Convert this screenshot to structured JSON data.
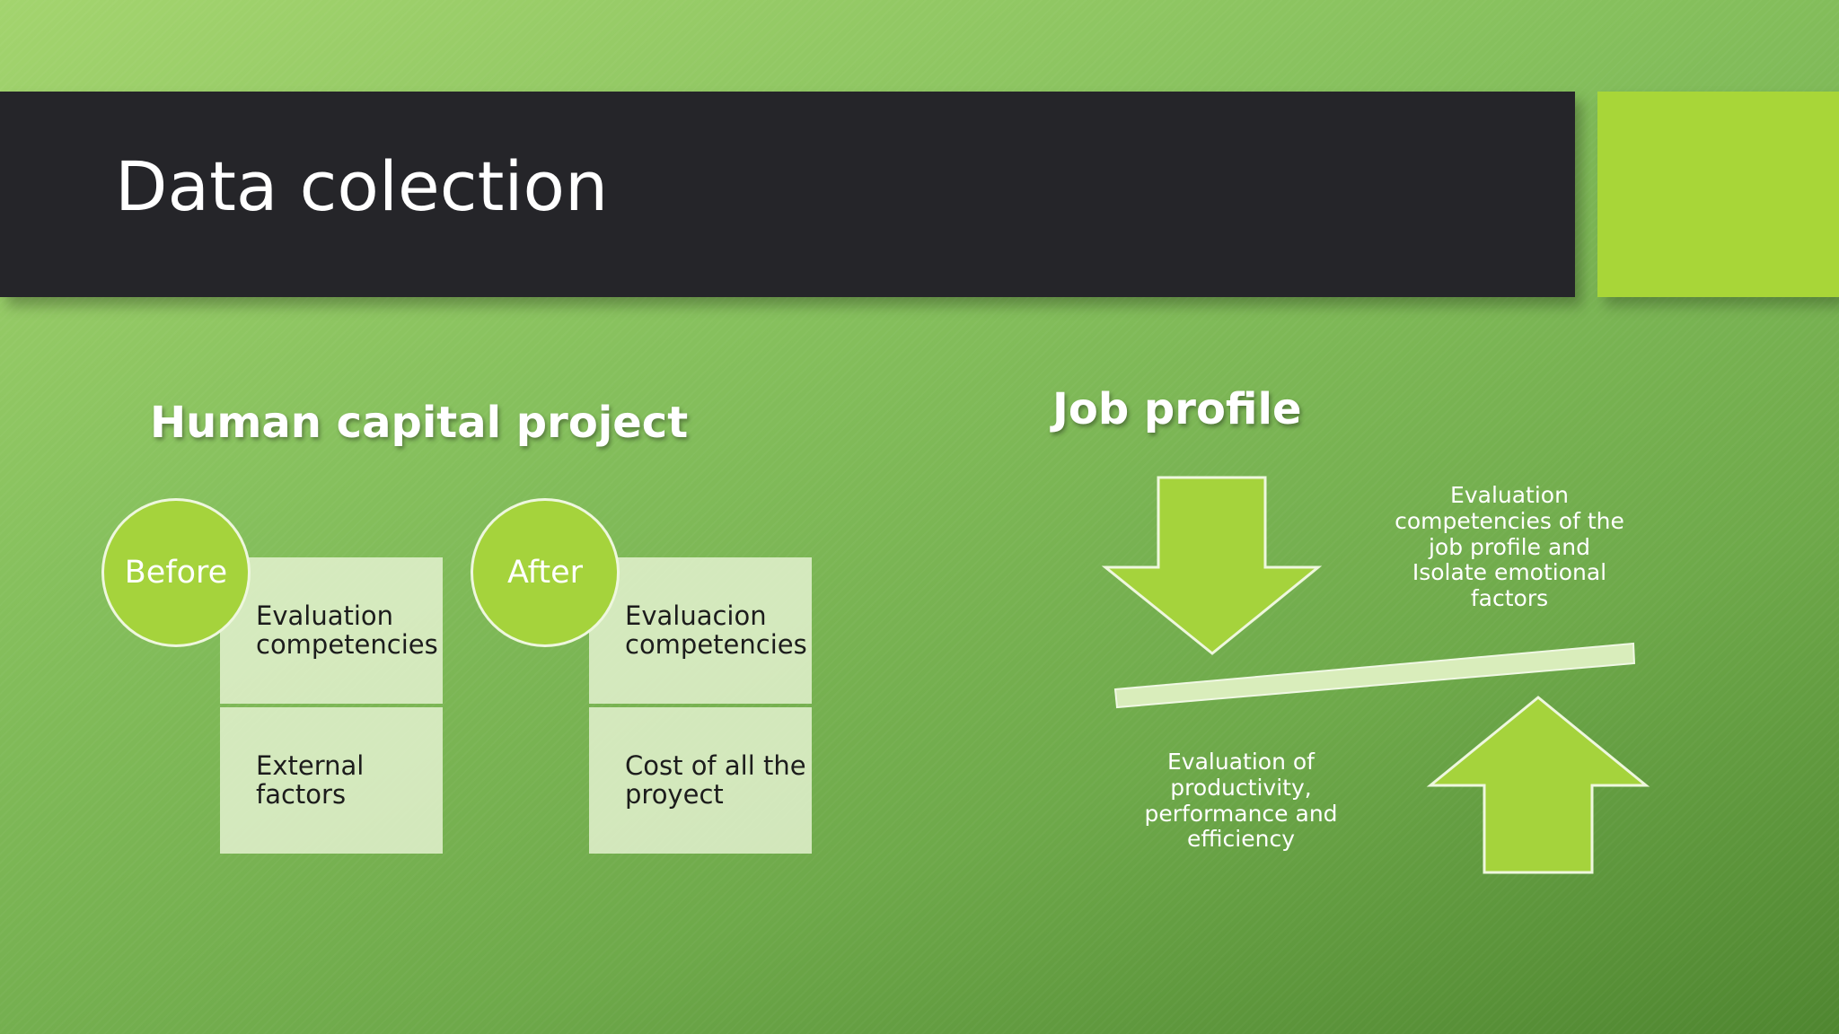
{
  "slide": {
    "title": "Data colection"
  },
  "left_section": {
    "heading": "Human capital project",
    "columns": [
      {
        "circle_label": "Before",
        "items": [
          "Evaluation competencies",
          "External factors"
        ]
      },
      {
        "circle_label": "After",
        "items": [
          "Evaluacion competencies",
          "Cost of all the proyect"
        ]
      }
    ]
  },
  "right_section": {
    "heading": "Job profile",
    "top_caption": "Evaluation competencies of the job profile and Isolate emotional factors",
    "bottom_caption": "Evaluation of productivity, performance and efficiency"
  },
  "colors": {
    "title_bar": "#252529",
    "accent": "#a8d638",
    "box_fill": "#e8f4d4",
    "arrow_fill": "#a5d33c"
  }
}
